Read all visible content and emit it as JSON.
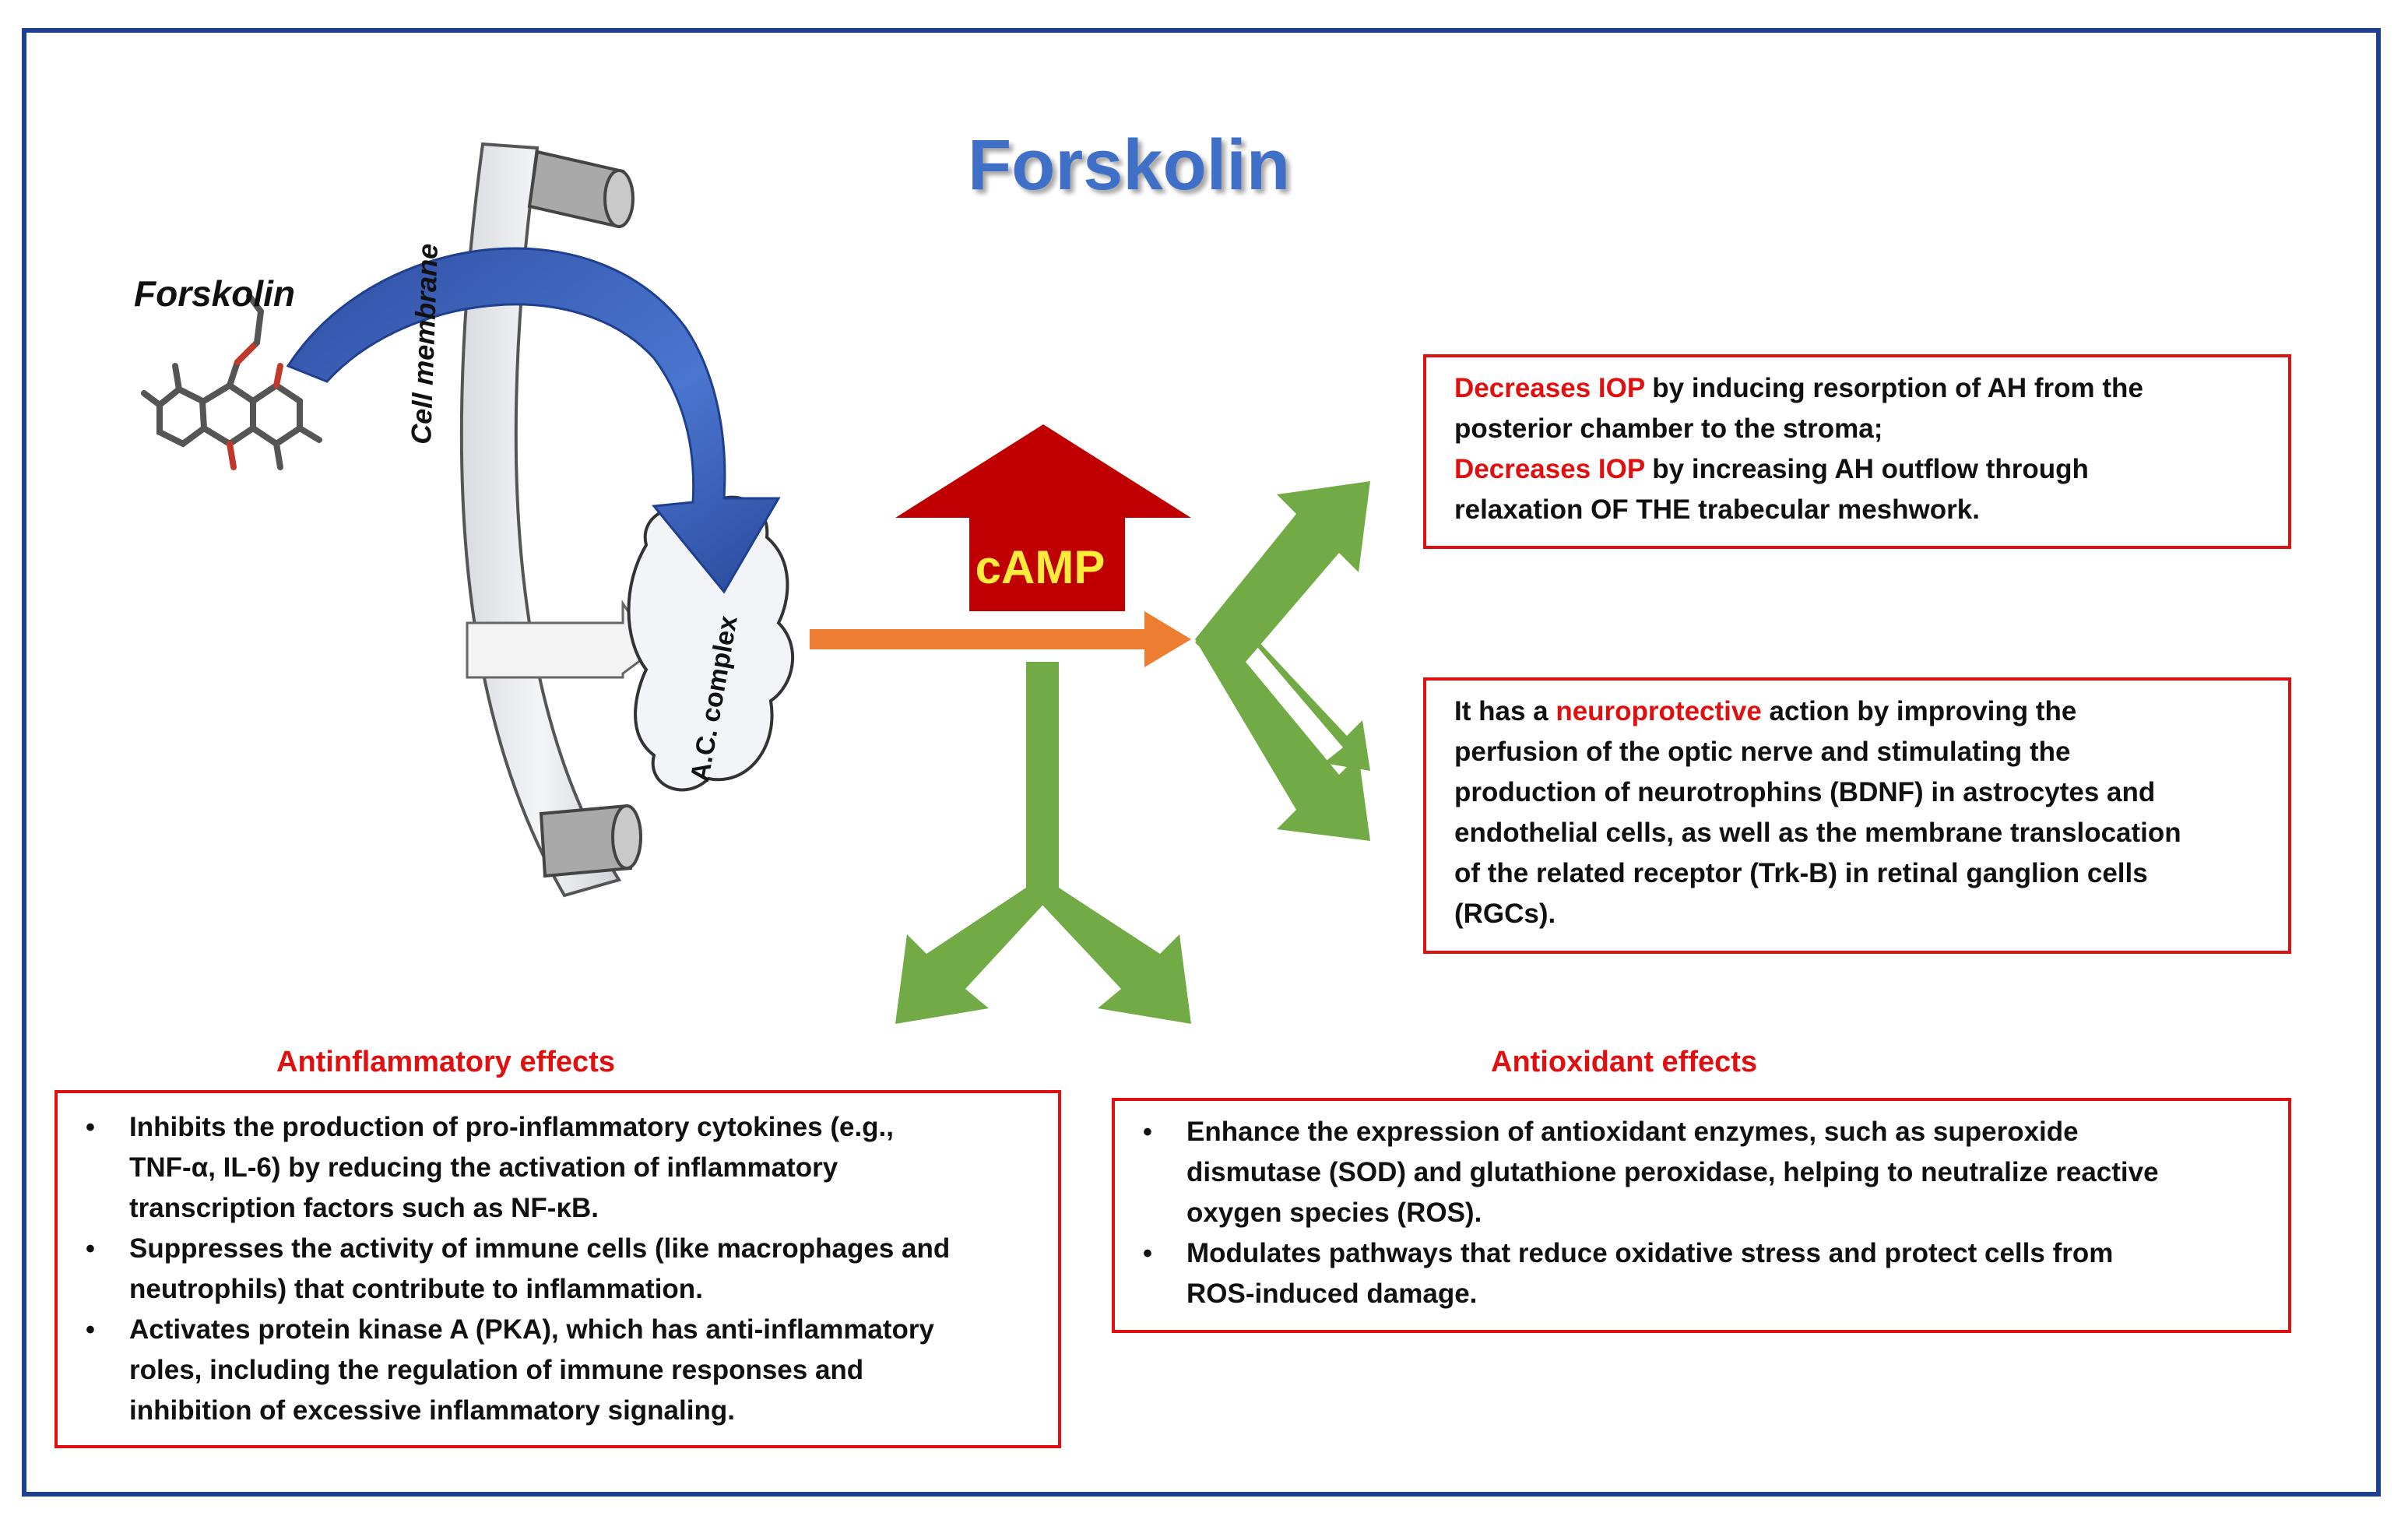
{
  "title": "Forskolin",
  "molecule_label": "Forskolin",
  "membrane_label": "Cell membrane",
  "complex_label": "A.C. complex",
  "camp_label": "cAMP",
  "colors": {
    "frame": "#1f3f8f",
    "title": "#3f6fc7",
    "box_border": "#e01010",
    "highlight": "#e01010",
    "camp_arrow": "#c00000",
    "camp_text": "#ffeb3b",
    "green_arrows": "#72ab45",
    "orange_arrow": "#ed7d31",
    "blue_arrow": "#3a62b8"
  },
  "iop_box": {
    "line1_red": "Decreases IOP",
    "line1_rest": " by inducing  resorption  of AH from  the",
    "line2": "posterior  chamber to the stroma;",
    "line3_red": "Decreases IOP",
    "line3_rest": " by increasing  AH outflow through",
    "line4": "relaxation OF THE trabecular  meshwork."
  },
  "neuro_box": {
    "prefix": "It has a ",
    "red": "neuroprotective",
    "rest1": "  action by improving  the",
    "line2": "perfusion of the optic nerve and stimulating the",
    "line3": "production  of neurotrophins  (BDNF) in astrocytes and",
    "line4": "endothelial  cells, as well as the membrane translocation",
    "line5": "of the related receptor (Trk-B) in retinal ganglion cells",
    "line6": "(RGCs)."
  },
  "anti_inflammatory": {
    "heading": "Antinflammatory effects",
    "items": [
      [
        "Inhibits the production  of pro-inflammatory cytokines (e.g.,",
        "TNF-α, IL-6) by reducing the activation of inflammatory",
        "transcription  factors such as NF-κB."
      ],
      [
        "Suppresses the activity of immune cells (like macrophages and",
        "neutrophils)  that contribute  to inflammation."
      ],
      [
        "Activates protein kinase A (PKA), which has anti-inflammatory",
        "roles, including  the regulation of immune responses and",
        "inhibition  of excessive inflammatory signaling."
      ]
    ]
  },
  "antioxidant": {
    "heading": "Antioxidant  effects",
    "items": [
      [
        "Enhance the expression of antioxidant enzymes, such as superoxide",
        "dismutase (SOD) and glutathione  peroxidase, helping to neutralize reactive",
        "oxygen species (ROS)."
      ],
      [
        "Modulates  pathways that reduce oxidative stress and protect cells from",
        "ROS-induced damage."
      ]
    ]
  }
}
